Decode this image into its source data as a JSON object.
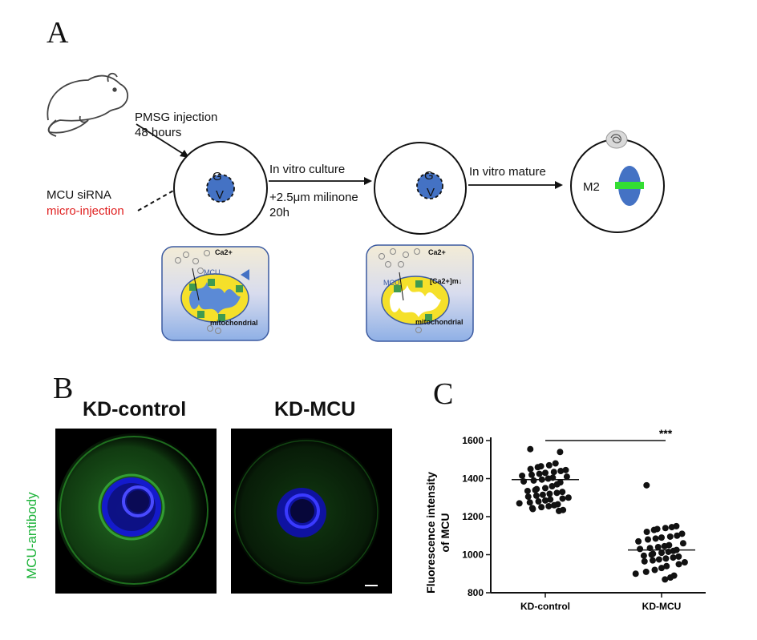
{
  "panels": {
    "a": "A",
    "b": "B",
    "c": "C"
  },
  "schematic": {
    "pmsg_line1": "PMSG injection",
    "pmsg_line2": "48 hours",
    "sirna_line1": "MCU siRNA",
    "sirna_line2": "micro-injection",
    "culture_line1": "In vitro culture",
    "culture_line2": "+2.5μm milinone",
    "culture_line3": "20h",
    "mature": "In vitro mature",
    "gv_g": "G",
    "gv_v": "V",
    "m2": "M2",
    "inset1": {
      "ca": "Ca2+",
      "mcu": "MCU",
      "mito": "mitochondrial"
    },
    "inset2": {
      "ca": "Ca2+",
      "mcu": "MCU",
      "ca_m": "[Ca2+]m↓",
      "mito": "mitochondrial"
    },
    "colors": {
      "gv_fill": "#4472c4",
      "spindle": "#4472c4",
      "chromosome": "#33dd33",
      "micro_injection": "#e02020"
    }
  },
  "images": {
    "left_title": "KD-control",
    "right_title": "KD-MCU",
    "side_label": "MCU-antibody",
    "colors": {
      "stain_green": "#1db33a",
      "nucleus_blue": "#1a1aff"
    }
  },
  "chart_data": {
    "type": "scatter",
    "ylabel_line1": "Fluorescence intensity",
    "ylabel_line2": "of MCU",
    "categories": [
      "KD-control",
      "KD-MCU"
    ],
    "yticks": [
      "800",
      "1000",
      "1200",
      "1400",
      "1600"
    ],
    "ylim": [
      800,
      1600
    ],
    "significance": "***",
    "series": [
      {
        "category": "KD-control",
        "mean": 1395,
        "values": [
          1555,
          1540,
          1480,
          1470,
          1465,
          1460,
          1450,
          1445,
          1440,
          1435,
          1430,
          1425,
          1420,
          1415,
          1410,
          1405,
          1400,
          1395,
          1390,
          1385,
          1380,
          1370,
          1360,
          1350,
          1345,
          1340,
          1335,
          1330,
          1325,
          1320,
          1315,
          1310,
          1305,
          1300,
          1295,
          1290,
          1285,
          1280,
          1275,
          1270,
          1265,
          1260,
          1255,
          1250,
          1245,
          1240,
          1235,
          1230
        ]
      },
      {
        "category": "KD-MCU",
        "mean": 1025,
        "values": [
          1365,
          1150,
          1145,
          1140,
          1135,
          1130,
          1120,
          1110,
          1100,
          1095,
          1090,
          1085,
          1080,
          1070,
          1060,
          1050,
          1045,
          1040,
          1035,
          1030,
          1025,
          1020,
          1015,
          1010,
          1005,
          1000,
          995,
          990,
          985,
          980,
          975,
          970,
          965,
          960,
          950,
          940,
          930,
          920,
          910,
          900,
          890,
          880,
          870
        ]
      }
    ]
  }
}
